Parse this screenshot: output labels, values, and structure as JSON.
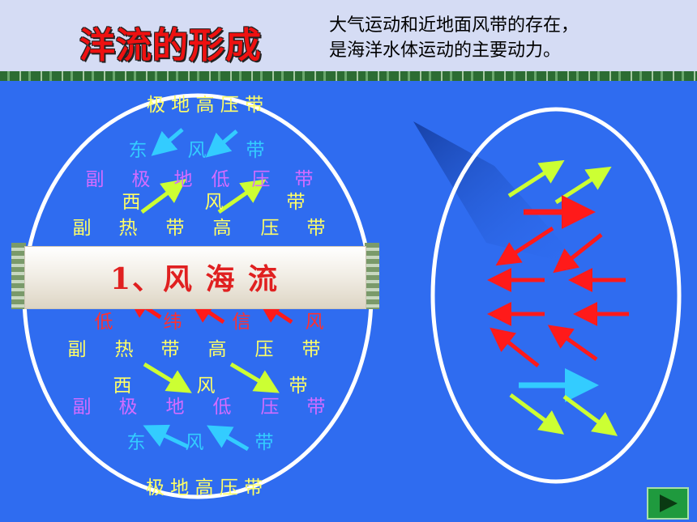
{
  "header": {
    "title": "洋流的形成",
    "subtitle_line1": "大气运动和近地面风带的存在，",
    "subtitle_line2": "是海洋水体运动的主要动力。"
  },
  "banner": {
    "text": "1、风 海 流"
  },
  "globe_labels": {
    "polar_high_north": "极 地 高 压 带",
    "east_n": [
      "东",
      "风",
      "带"
    ],
    "subpolar_n": [
      "副",
      "极",
      "地",
      "低",
      "压",
      "带"
    ],
    "west_n": [
      "西",
      "风",
      "带"
    ],
    "subtropical_n": [
      "副",
      "热",
      "带",
      "高",
      "压",
      "带"
    ],
    "trade_partial": [
      "低",
      "纬",
      "信",
      "风"
    ],
    "subtropical_s": [
      "副",
      "热",
      "带",
      "高",
      "压",
      "带"
    ],
    "west_s": [
      "西",
      "风",
      "带"
    ],
    "subpolar_s": [
      "副",
      "极",
      "地",
      "低",
      "压",
      "带"
    ],
    "east_s": [
      "东",
      "风",
      "带"
    ],
    "polar_high_south": "极 地 高 压 带"
  },
  "colors": {
    "background": "#2f6cf0",
    "easterly_arrow": "#33ccff",
    "westerly_arrow": "#ccff33",
    "trade_arrow": "#ff1a1a",
    "current_arrow_warm": "#ff1a1a",
    "current_arrow_cool": "#33ccff"
  },
  "controls": {
    "next_icon": "play-triangle-icon"
  }
}
